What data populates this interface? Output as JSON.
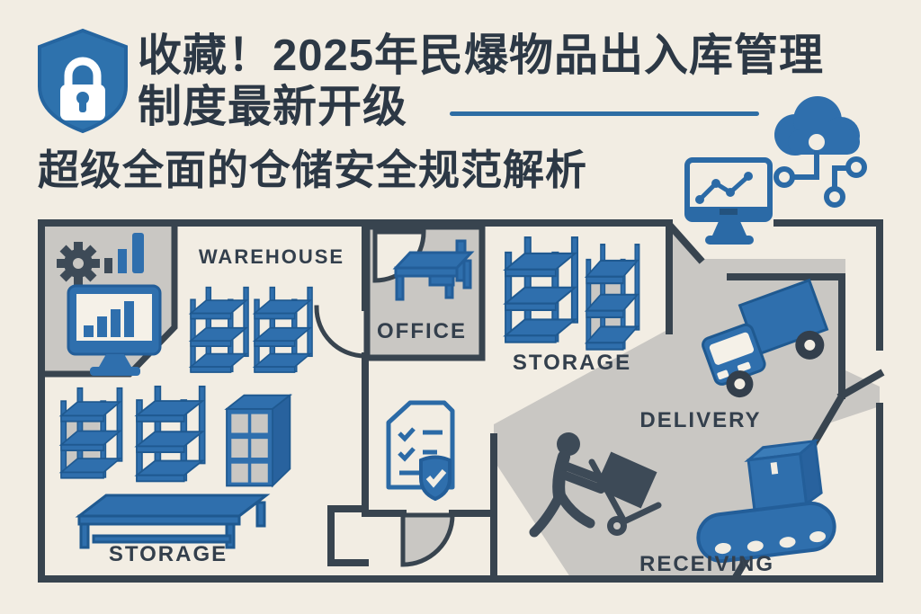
{
  "title": {
    "line1": "收藏！2025年民爆物品出入库管理",
    "line2": "制度最新开级",
    "line3": "超级全面的仓储安全规范解析"
  },
  "plan": {
    "warehouse_label": "WAREHOUSE",
    "office_label": "OFFICE",
    "storage_right_label": "STORAGE",
    "delivery_label": "DELIVERY",
    "receiving_label": "RECEIVING",
    "storage_left_label": "STORAGE"
  },
  "icons": {
    "header": [
      "shield-lock-icon",
      "monitor-line-chart-icon",
      "cloud-network-icon"
    ],
    "plan": [
      "gear-icon",
      "bar-chart-icon",
      "monitor-bar-chart-icon",
      "shelf-rack-icon",
      "storage-cabinet-icon",
      "desk-icon",
      "checklist-shield-icon",
      "truck-icon",
      "worker-hand-truck-icon",
      "conveyor-box-icon",
      "flat-table-icon",
      "door-arc"
    ]
  },
  "colors": {
    "background": "#f2ede3",
    "wall_dark": "#38444f",
    "zone_gray": "#c9c7c3",
    "accent_blue": "#2f6fad",
    "accent_blue_dark": "#235e99",
    "title_text": "#2c3845",
    "label_text": "#333f4c"
  }
}
